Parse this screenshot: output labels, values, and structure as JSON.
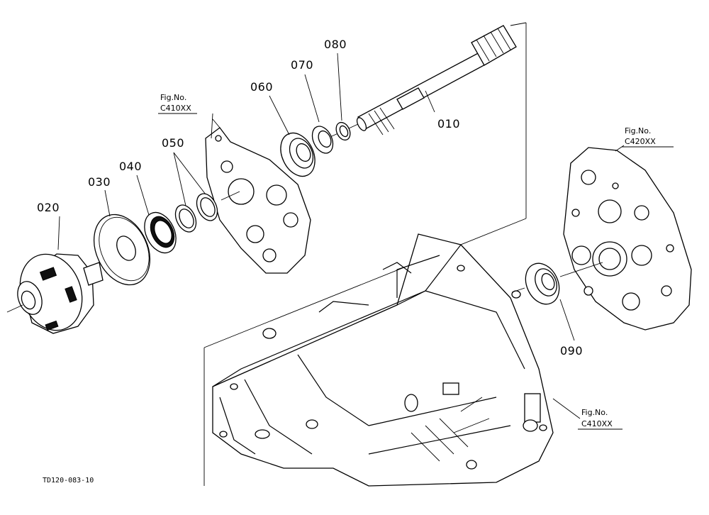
{
  "callouts": [
    {
      "id": "010",
      "label": "010"
    },
    {
      "id": "020",
      "label": "020"
    },
    {
      "id": "030",
      "label": "030"
    },
    {
      "id": "040",
      "label": "040"
    },
    {
      "id": "050",
      "label": "050"
    },
    {
      "id": "060",
      "label": "060"
    },
    {
      "id": "070",
      "label": "070"
    },
    {
      "id": "080",
      "label": "080"
    },
    {
      "id": "090",
      "label": "090"
    }
  ],
  "fig_refs": [
    {
      "line1": "Fig.No.",
      "line2": "C410XX"
    },
    {
      "line1": "Fig.No.",
      "line2": "C420XX"
    },
    {
      "line1": "Fig.No.",
      "line2": "C410XX"
    }
  ],
  "drawing_code": "TD120-083-10"
}
